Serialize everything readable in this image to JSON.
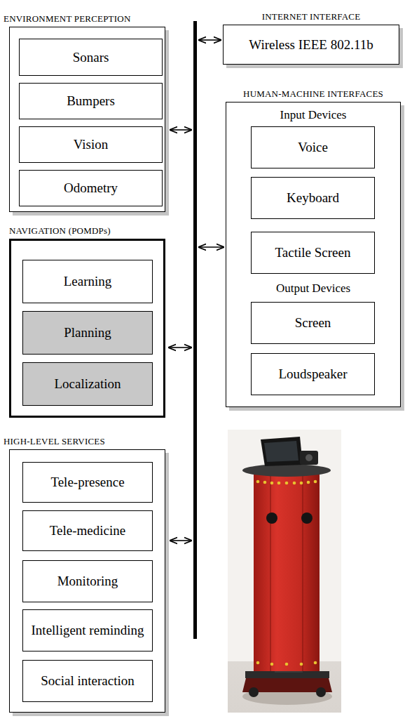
{
  "diagram": {
    "nodes": [
      {
        "text": [
          "ENVIRONMENT PERCEPTION"
        ]
      },
      {
        "text": [
          "Sonars"
        ],
        "in": 0
      },
      {
        "text": [
          "Bumpers"
        ],
        "in": 0
      },
      {
        "text": [
          "Vision"
        ],
        "in": 0
      },
      {
        "text": [
          "Odometry"
        ],
        "in": 0
      },
      {
        "text": [
          "INTERNET INTERFACE",
          "Wireless IEEE 802.11b"
        ]
      },
      {
        "text": [
          "HUMAN-MACHINE INTERFACES",
          "Input Devices",
          "Output Devices"
        ]
      },
      {
        "text": [
          "Voice"
        ],
        "in": 6
      },
      {
        "text": [
          "Keyboard"
        ],
        "in": 6
      },
      {
        "text": [
          "Tactile Screen"
        ],
        "in": 6
      },
      {
        "text": [
          "Screen"
        ],
        "in": 6
      },
      {
        "text": [
          "Loudspeaker"
        ],
        "in": 6
      },
      {
        "text": [
          "NAVIGATION (POMDPs)"
        ]
      },
      {
        "text": [
          "Learning"
        ],
        "in": 12
      },
      {
        "text": [
          "Planning"
        ],
        "in": 12
      },
      {
        "text": [
          "Localization"
        ],
        "in": 12
      },
      {
        "text": [
          "HIGH-LEVEL SERVICES"
        ]
      },
      {
        "text": [
          "Tele-presence"
        ],
        "in": 16
      },
      {
        "text": [
          "Tele-medicine"
        ],
        "in": 16
      },
      {
        "text": [
          "Monitoring"
        ],
        "in": 16
      },
      {
        "text": [
          "Intelligent reminding"
        ],
        "in": 16
      },
      {
        "text": [
          "Social interaction"
        ],
        "in": 16
      }
    ]
  }
}
